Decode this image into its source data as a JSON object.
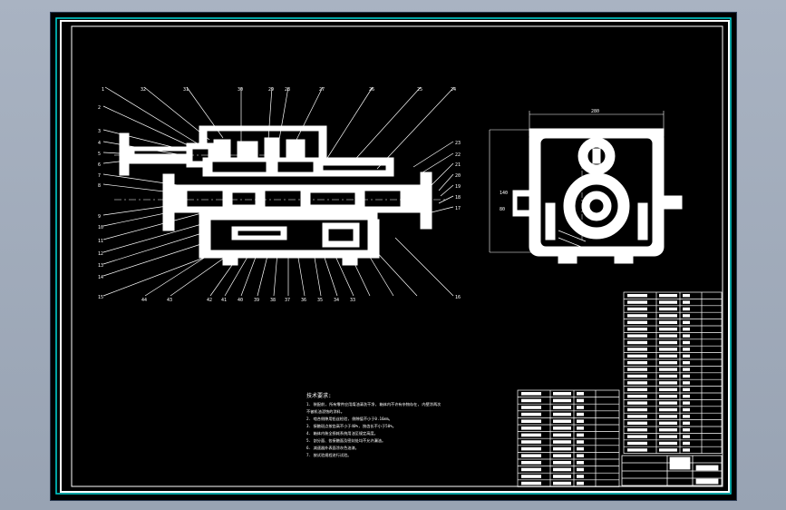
{
  "drawing": {
    "technical_requirements_title": "技术要求:",
    "technical_requirements": [
      "1. 装配前, 所有零件应用煤油清洗干净, 箱体内不许有杂物存在, 内壁涂两次",
      "   不被机油浸蚀的涂料。",
      "2. 啮合侧隙用铅丝检验, 侧隙值不小于0.16mm。",
      "3. 接触斑点按齿高不小于40%, 按齿长不小于50%。",
      "4. 箱体内装全损耗系统用油至规定高度。",
      "5. 剖分面、各接触面及密封处均不允许漏油。",
      "6. 减速器外表面涂灰色油漆。",
      "7. 按试验规程进行试验。"
    ],
    "colors": {
      "background": "#000000",
      "lines": "#ffffff",
      "border": "#ffffff",
      "accent_frame": "#00d8d8",
      "app_background": "#a0abbb"
    }
  }
}
